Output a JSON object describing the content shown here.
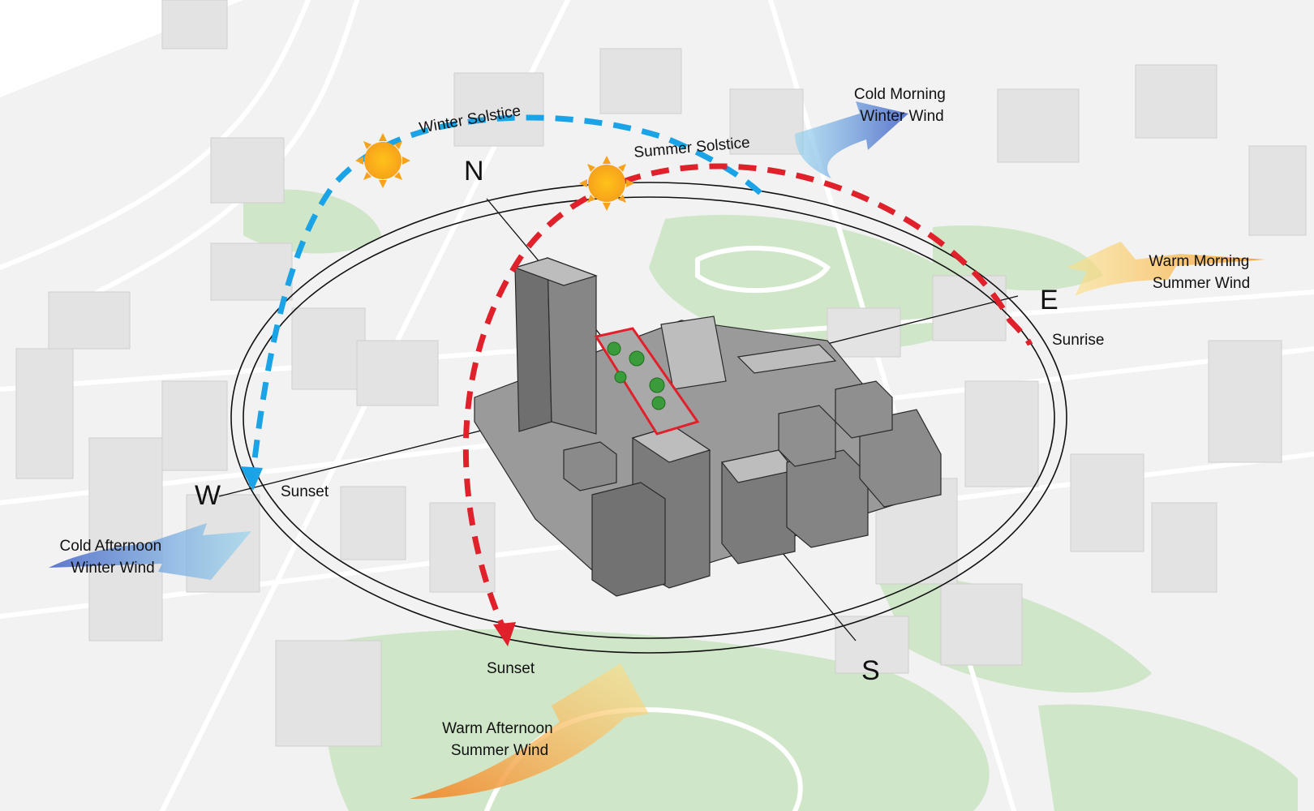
{
  "diagram": {
    "solar_paths": {
      "winter": {
        "label": "Winter Solstice",
        "color": "#1aa3e6",
        "label_color": "#2b2b7a"
      },
      "summer": {
        "label": "Summer Solstice",
        "color": "#e0202a",
        "label_color": "#c0202a"
      }
    },
    "compass": {
      "north": "N",
      "south": "S",
      "east": "E",
      "west": "W"
    },
    "sun_events": {
      "sunrise": "Sunrise",
      "winter_sunset": "Sunset",
      "summer_sunset": "Sunset"
    },
    "winds": {
      "cold_morning": {
        "line1": "Cold Morning",
        "line2": "Winter Wind",
        "color": "#5aa8d8"
      },
      "warm_morning": {
        "line1": "Warm Morning",
        "line2": "Summer Wind",
        "color": "#f2a24a"
      },
      "cold_afternoon": {
        "line1": "Cold Afternoon",
        "line2": "Winter Wind",
        "color": "#5aa8d8"
      },
      "warm_afternoon": {
        "line1": "Warm Afternoon",
        "line2": "Summer Wind",
        "color": "#f2a24a"
      }
    },
    "site_outline_color": "#e0202a",
    "context_color": "#e3e3e3",
    "green_color": "#cfe6c8",
    "building_color": "#7a7a7a"
  }
}
